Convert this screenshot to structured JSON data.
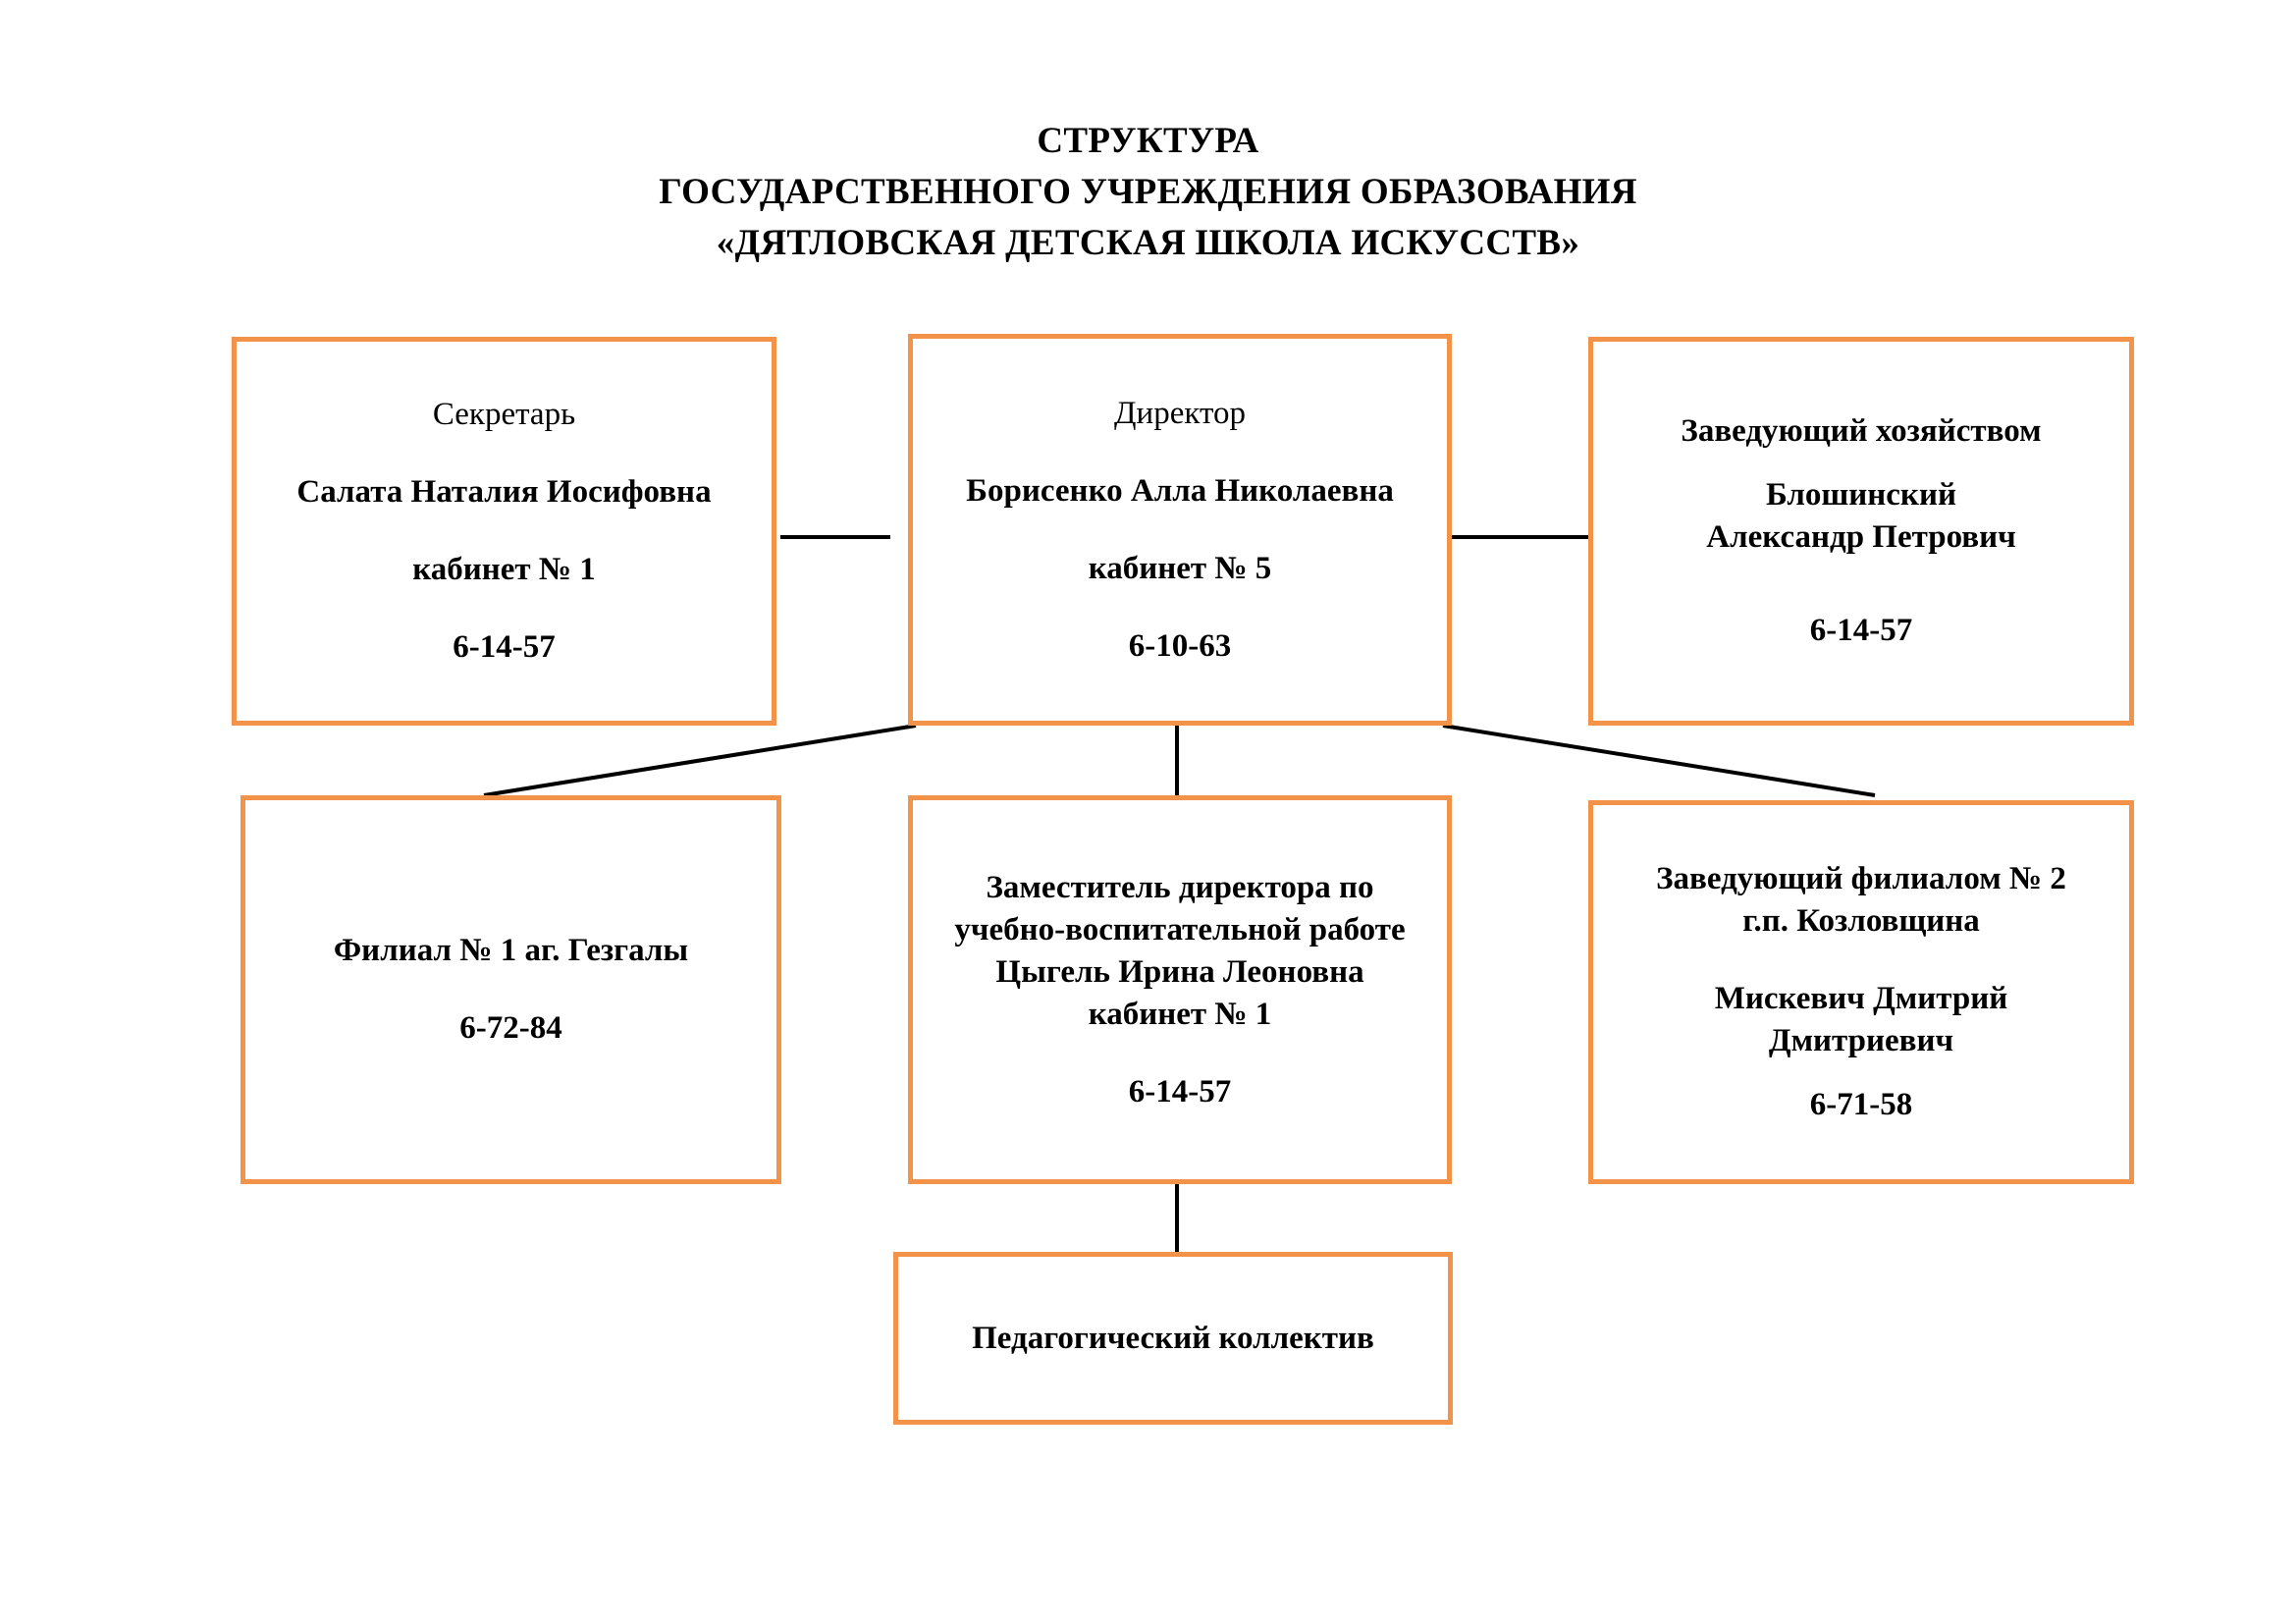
{
  "title": {
    "line1": "СТРУКТУРА",
    "line2": "ГОСУДАРСТВЕННОГО УЧРЕЖДЕНИЯ ОБРАЗОВАНИЯ",
    "line3": "«ДЯТЛОВСКАЯ ДЕТСКАЯ ШКОЛА ИСКУССТВ»"
  },
  "chart_data": {
    "type": "diagram",
    "diagram_kind": "organizational-chart",
    "accent_color": "#f3934a",
    "line_color": "#000000",
    "background": "#ffffff",
    "nodes": [
      {
        "id": "secretary",
        "role": "Секретарь",
        "name": "Салата Наталия Иосифовна",
        "office": "кабинет № 1",
        "phone": "6-14-57",
        "row": 1,
        "column": 1
      },
      {
        "id": "director",
        "role": "Директор",
        "name": "Борисенко Алла Николаевна",
        "office": "кабинет № 5",
        "phone": "6-10-63",
        "row": 1,
        "column": 2
      },
      {
        "id": "economy",
        "role": "Заведующий хозяйством",
        "name_line1": "Блошинский",
        "name_line2": "Александр Петрович",
        "phone": "6-14-57",
        "row": 1,
        "column": 3
      },
      {
        "id": "branch1",
        "role": "Филиал № 1 аг. Гезгалы",
        "phone": "6-72-84",
        "row": 2,
        "column": 1
      },
      {
        "id": "deputy",
        "role_line1": "Заместитель директора по",
        "role_line2": "учебно-воспитательной работе",
        "name": "Цыгель Ирина Леоновна",
        "office": "кабинет № 1",
        "phone": "6-14-57",
        "row": 2,
        "column": 2
      },
      {
        "id": "branch2",
        "role_line1": "Заведующий филиалом № 2",
        "role_line2": "г.п. Козловщина",
        "name_line1": "Мискевич Дмитрий",
        "name_line2": "Дмитриевич",
        "phone": "6-71-58",
        "row": 2,
        "column": 3
      },
      {
        "id": "staff",
        "role": "Педагогический коллектив",
        "row": 3,
        "column": 2
      }
    ],
    "edges": [
      {
        "from": "secretary",
        "to": "director",
        "style": "horizontal"
      },
      {
        "from": "director",
        "to": "economy",
        "style": "horizontal"
      },
      {
        "from": "director",
        "to": "branch1",
        "style": "diagonal"
      },
      {
        "from": "director",
        "to": "deputy",
        "style": "vertical"
      },
      {
        "from": "director",
        "to": "branch2",
        "style": "diagonal"
      },
      {
        "from": "deputy",
        "to": "staff",
        "style": "vertical"
      }
    ]
  }
}
